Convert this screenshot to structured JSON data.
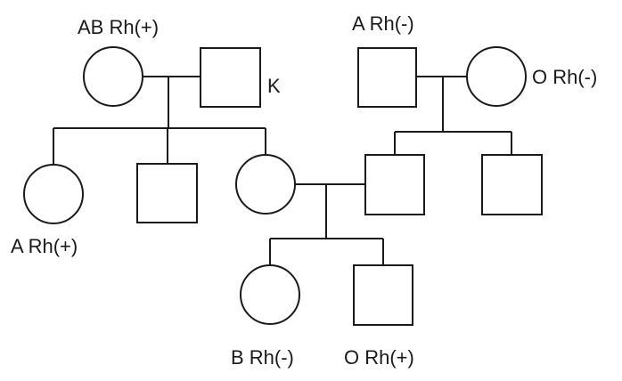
{
  "labels": {
    "gen1_left_female": "AB Rh(+)",
    "gen1_left_male_tag": "K",
    "gen1_right_male": "A Rh(-)",
    "gen1_right_female": "O Rh(-)",
    "gen2_left_female": "A Rh(+)",
    "gen3_female": "B Rh(-)",
    "gen3_male": "O Rh(+)"
  },
  "colors": {
    "stroke": "#1a1a1a",
    "background": "#ffffff"
  }
}
